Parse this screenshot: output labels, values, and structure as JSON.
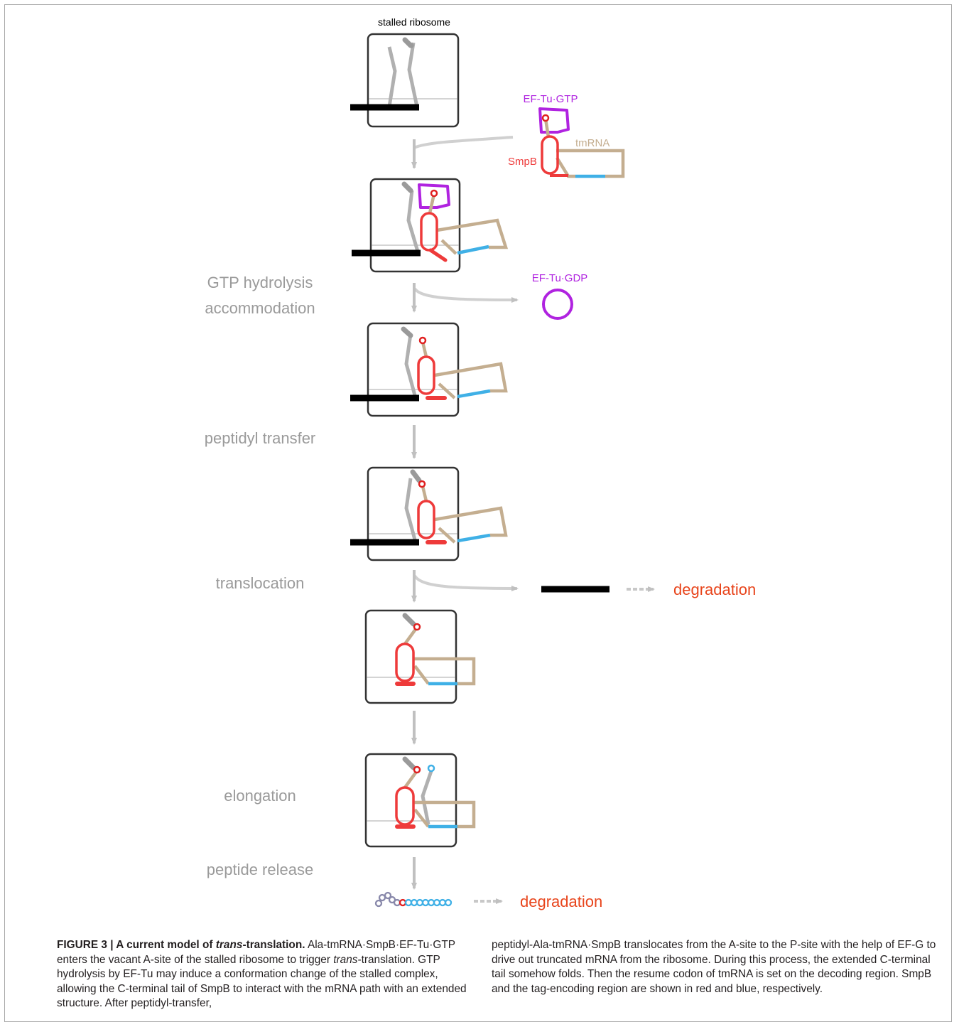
{
  "diagram": {
    "labels": {
      "stalled_ribosome": "stalled ribosome",
      "ef_tu_gtp": "EF-Tu·GTP",
      "tmrna": "tmRNA",
      "smpb": "SmpB",
      "ef_tu_gdp": "EF-Tu·GDP",
      "degradation_1": "degradation",
      "degradation_2": "degradation"
    },
    "steps": {
      "gtp_hydrolysis": "GTP hydrolysis",
      "accommodation": "accommodation",
      "peptidyl_transfer": "peptidyl transfer",
      "translocation": "translocation",
      "elongation": "elongation",
      "peptide_release": "peptide release"
    },
    "colors": {
      "smpb_red": "#ee3a3a",
      "tag_blue": "#3fb0e6",
      "tmrna_tan": "#c4ae90",
      "ef_tu_purple": "#b023e0",
      "degradation_orange": "#e8451c",
      "trna_gray": "#b0b0b0",
      "mrna_black": "#000000",
      "step_text_gray": "#9a9a9a"
    }
  },
  "caption": {
    "figure_label": "FIGURE 3 | A current model of ",
    "title_italic": "trans",
    "title_rest": "-translation.",
    "left_1": " Ala-tmRNA·SmpB·EF-Tu·GTP enters the vacant A-site of the stalled ribosome to trigger ",
    "left_italic": "trans",
    "left_2": "-translation. GTP hydrolysis by EF-Tu may induce a conformation change of the stalled complex, allowing the C-terminal tail of SmpB to interact with the mRNA path with an extended structure. After peptidyl-transfer,",
    "right": "peptidyl-Ala-tmRNA·SmpB translocates from the A-site to the P-site with the help of EF-G to drive out truncated mRNA from the ribosome. During this process, the extended C-terminal tail somehow folds. Then the resume codon of tmRNA is set on the decoding region. SmpB and the tag-encoding region are shown in red and blue, respectively."
  }
}
